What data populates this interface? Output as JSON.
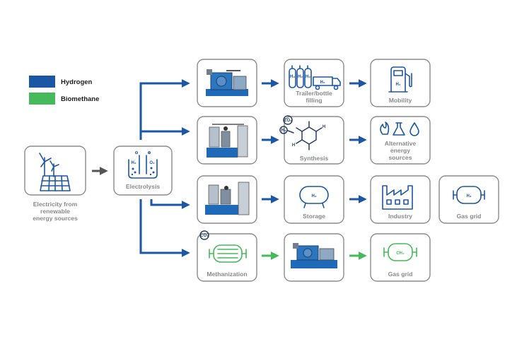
{
  "legend": {
    "hydrogen": {
      "label": "Hydrogen",
      "color": "#1b57a5"
    },
    "biomethane": {
      "label": "Biomethane",
      "color": "#46b95b"
    }
  },
  "nodes": {
    "source": {
      "label_lines": [
        "Electricity from",
        "renewable",
        "energy sources"
      ],
      "icon": "wind-solar-icon"
    },
    "electrolysis": {
      "label": "Electrolysis",
      "icon": "electrolysis-cell-icon"
    },
    "trailer": {
      "label_lines": [
        "Trailer/bottle",
        "filling"
      ],
      "icon": "trailer-bottles-icon"
    },
    "mobility": {
      "label": "Mobility",
      "icon": "h2-pump-icon"
    },
    "synthesis": {
      "label": "Synthesis",
      "icon": "molecule-icon"
    },
    "alternative": {
      "label_lines": [
        "Alternative",
        "energy",
        "sources"
      ],
      "icon": "energy-sources-icon"
    },
    "storage": {
      "label": "Storage",
      "icon": "tank-icon"
    },
    "industry": {
      "label": "Industry",
      "icon": "factory-icon"
    },
    "gas_grid_h2": {
      "label": "Gas grid",
      "icon": "h2-pipe-icon"
    },
    "methanization": {
      "label": "Methanization",
      "icon": "reactor-icon"
    },
    "gas_grid_ch4": {
      "label": "Gas grid",
      "icon": "ch4-pipe-icon"
    },
    "machine_1": {
      "icon": "compressor-machine-icon"
    },
    "machine_2": {
      "icon": "compressor-machine-icon"
    },
    "machine_3": {
      "icon": "compressor-machine-icon"
    },
    "machine_4": {
      "icon": "compressor-machine-icon"
    }
  },
  "chem": {
    "h2": "H₂",
    "ch4": "CH₄",
    "co2": "CO₂",
    "h": "H"
  },
  "electrolysis_marks": {
    "minus": "⊖",
    "plus": "⊕",
    "h2": "H₂",
    "o2": "O₂"
  }
}
